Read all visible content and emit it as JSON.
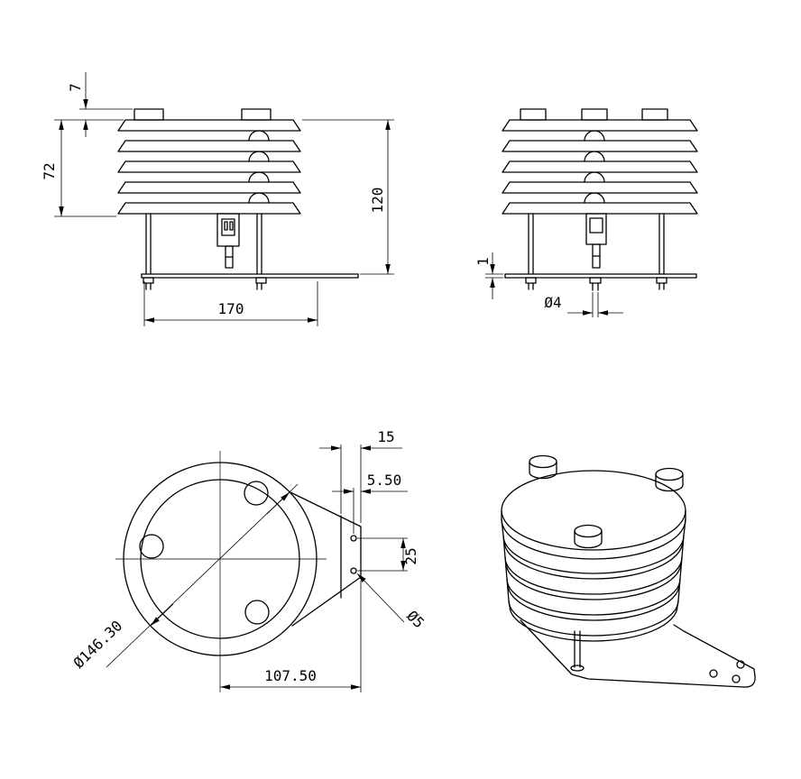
{
  "drawing": {
    "background": "#ffffff",
    "stroke": "#000000",
    "views": {
      "front": {
        "dims": {
          "boss_height": "7",
          "stack_height": "72",
          "overall_height": "120",
          "base_width": "170"
        }
      },
      "side": {
        "dims": {
          "plate_thickness": "1",
          "bolt_diameter": "Ø4"
        }
      },
      "bottom": {
        "dims": {
          "hole_inset": "15",
          "edge_offset": "5.50",
          "hole_spacing": "25",
          "hole_diameter": "Ø5",
          "plate_diameter": "Ø146.30",
          "mount_offset": "107.50"
        }
      }
    }
  }
}
